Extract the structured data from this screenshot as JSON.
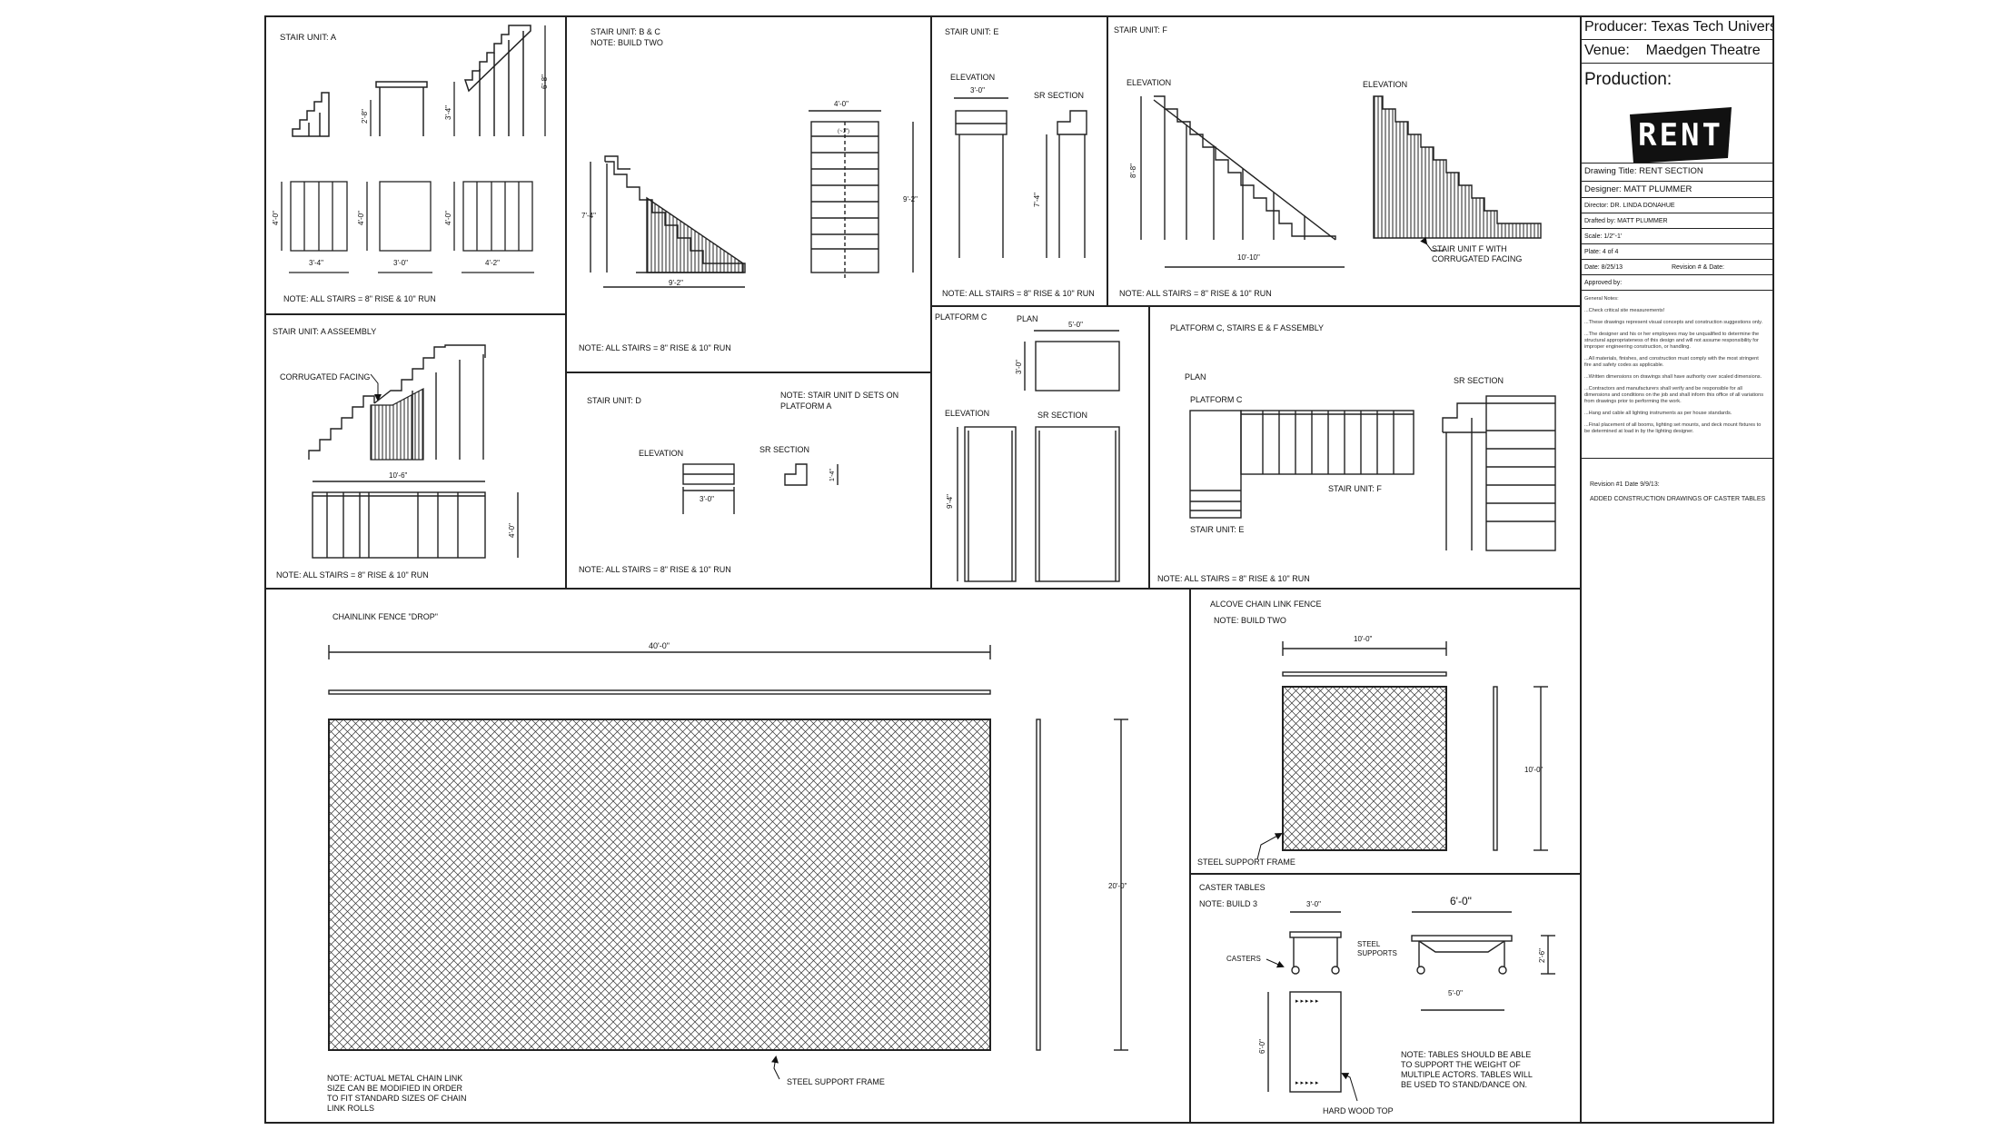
{
  "title_block": {
    "producer_label": "Producer:",
    "producer": "Texas Tech University",
    "venue_label": "Venue:",
    "venue": "Maedgen Theatre",
    "production_label": "Production:",
    "production_logo_text": "RENT",
    "drawing_title": "Drawing Title: RENT SECTION",
    "designer": "Designer: MATT PLUMMER",
    "director": "Director: DR. LINDA DONAHUE",
    "drafted_by": "Drafted by: MATT PLUMMER",
    "scale": "Scale: 1/2\"-1'",
    "plate": "Plate: 4 of 4",
    "date": "Date: 8/25/13",
    "revision": "Revision # & Date:",
    "approved": "Approved by:"
  },
  "general_notes": {
    "heading": "General Notes:",
    "items": [
      "...Check critical site measurements!",
      "...These drawings represent visual concepts and construction suggestions only.",
      "...The designer and his or her employees may be unqualified to determine the structural appropriateness of this design and will not assume responsibility for improper engineering construction, or handling.",
      "...All materials, finishes, and construction must comply with the most stringent fire and safety codes as applicable.",
      "...Written dimensions on drawings shall have authority over scaled dimensions.",
      "...Contractors and manufacturers shall verify and be responsible for all dimensions and conditions on the job and shall inform this office of all variations from drawings prior to performing the work.",
      "...Hang and cable all lighting instruments as per house standards.",
      "...Final placement of all booms, lighting set mounts, and deck mount fixtures to be determined at load in by the lighting designer."
    ]
  },
  "revisions": {
    "line1": "Revision #1 Date 9/9/13:",
    "line2": "ADDED CONSTRUCTION DRAWINGS OF CASTER TABLES"
  },
  "panels": {
    "stair_a": {
      "title": "STAIR UNIT: A",
      "dims": [
        "6'-8\"",
        "3'-4\"",
        "2'-8\"",
        "4'-0\"",
        "4'-0\"",
        "4'-0\"",
        "3'-4\"",
        "3'-0\"",
        "4'-2\""
      ],
      "note": "NOTE: ALL STAIRS = 8\" RISE & 10\" RUN"
    },
    "stair_bc": {
      "title": "STAIR UNIT: B & C",
      "subtitle": "NOTE: BUILD TWO",
      "dims": [
        "4'-0\"",
        "(~1\")",
        "9'-2\"",
        "7'-4\"",
        "9'-2\""
      ],
      "note": "NOTE: ALL STAIRS = 8\" RISE & 10\" RUN"
    },
    "stair_e": {
      "title": "STAIR UNIT: E",
      "elevation": "ELEVATION",
      "sr_section": "SR SECTION",
      "dims": [
        "3'-0\"",
        "7'-4\""
      ],
      "note": "NOTE: ALL STAIRS = 8\" RISE & 10\" RUN"
    },
    "stair_f": {
      "title": "STAIR UNIT: F",
      "elevation1": "ELEVATION",
      "elevation2": "ELEVATION",
      "dims": [
        "8'-8\"",
        "10'-10\""
      ],
      "callout": "STAIR UNIT F WITH",
      "callout2": "CORRUGATED FACING",
      "note": "NOTE: ALL STAIRS = 8\" RISE & 10\" RUN"
    },
    "stair_a_assembly": {
      "title": "STAIR UNIT: A ASSEEMBLY",
      "callout": "CORRUGATED FACING",
      "dims": [
        "10'-6\"",
        "4'-0\""
      ],
      "note": "NOTE: ALL STAIRS = 8\" RISE & 10\" RUN"
    },
    "stair_d": {
      "title": "STAIR UNIT: D",
      "note_top": "NOTE: STAIR UNIT D SETS ON",
      "note_top2": "PLATFORM A",
      "elevation": "ELEVATION",
      "sr_section": "SR SECTION",
      "dims": [
        "3'-0\"",
        "1'-4\""
      ],
      "note": "NOTE: ALL STAIRS = 8\" RISE & 10\" RUN"
    },
    "platform_c": {
      "title": "PLATFORM C",
      "plan": "PLAN",
      "elevation": "ELEVATION",
      "sr_section": "SR SECTION",
      "dims": [
        "5'-0\"",
        "3'-0\"",
        "9'-4\""
      ]
    },
    "assembly_cef": {
      "title": "PLATFORM C, STAIRS E & F ASSEMBLY",
      "plan": "PLAN",
      "platform_c": "PLATFORM C",
      "stair_f": "STAIR UNIT: F",
      "stair_e": "STAIR UNIT: E",
      "sr_section": "SR SECTION",
      "note": "NOTE: ALL STAIRS = 8\" RISE & 10\" RUN"
    },
    "chainlink": {
      "title": "CHAINLINK FENCE \"DROP\"",
      "dims": [
        "40'-0\"",
        "20'-0\""
      ],
      "callout": "STEEL SUPPORT FRAME",
      "note_lines": [
        "NOTE: ACTUAL METAL CHAIN LINK",
        "SIZE CAN BE MODIFIED IN ORDER",
        "TO FIT STANDARD SIZES OF CHAIN",
        "LINK ROLLS"
      ]
    },
    "alcove": {
      "title": "ALCOVE CHAIN LINK FENCE",
      "subtitle": "NOTE: BUILD TWO",
      "dims": [
        "10'-0\"",
        "10'-0\""
      ],
      "callout": "STEEL SUPPORT FRAME"
    },
    "caster": {
      "title": "CASTER TABLES",
      "subtitle": "NOTE: BUILD 3",
      "casters": "CASTERS",
      "steel1": "STEEL",
      "steel2": "SUPPORTS",
      "dims": [
        "3'-0\"",
        "6'-0\"",
        "2'-6\"",
        "5'-0\"",
        "6'-0\""
      ],
      "note_lines": [
        "NOTE: TABLES SHOULD BE ABLE",
        "TO SUPPORT THE WEIGHT OF",
        "MULTIPLE ACTORS. TABLES WILL",
        "BE USED TO STAND/DANCE ON."
      ],
      "hardwood": "HARD WOOD TOP"
    }
  }
}
